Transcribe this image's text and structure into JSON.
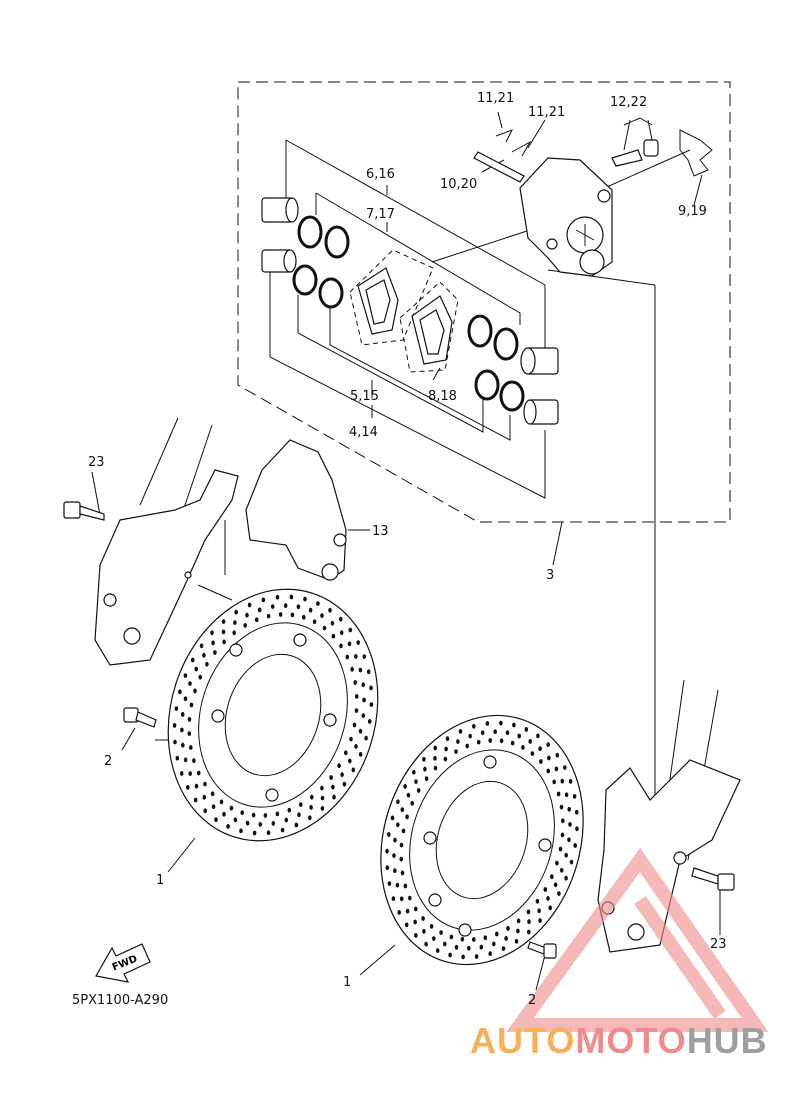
{
  "diagram_code": "5PX1100-A290",
  "fwd_label": "FWD",
  "callouts": [
    "1",
    "1",
    "2",
    "2",
    "3",
    "4,14",
    "5,15",
    "6,16",
    "7,17",
    "8,18",
    "9,19",
    "10,20",
    "11,21",
    "11,21",
    "12,22",
    "13",
    "23",
    "23"
  ],
  "watermark": {
    "part1": "AUTO",
    "part2": "MOTO",
    "part3": "HUB",
    "colors": {
      "auto": "#f2b15a",
      "moto": "#ee8c8c",
      "hub": "#9e9e9e",
      "triangle": "#f08a8a"
    }
  }
}
